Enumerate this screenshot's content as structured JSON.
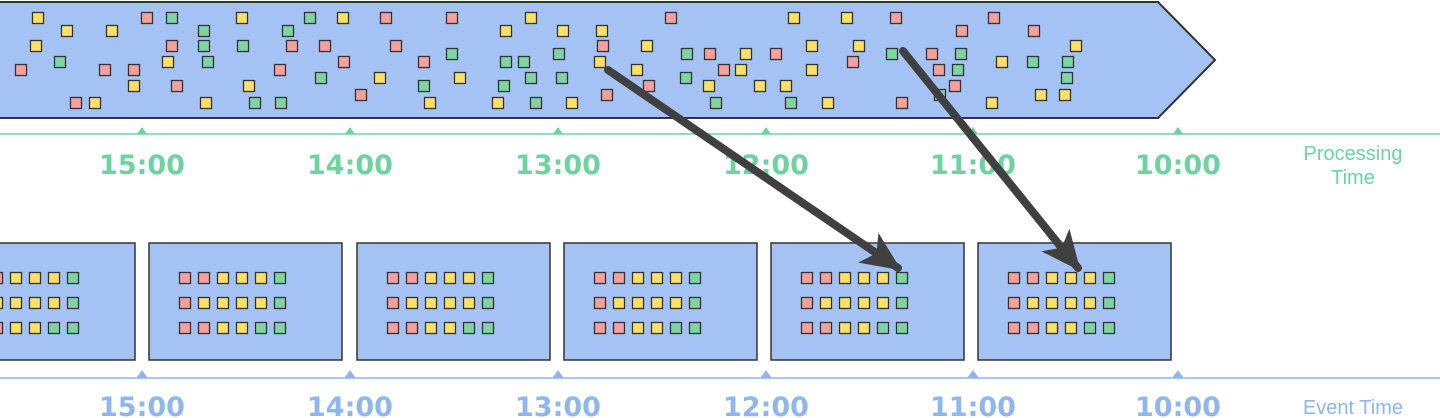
{
  "processing_axis": {
    "title_line1": "Processing",
    "title_line2": "Time",
    "ticks": [
      "15:00",
      "14:00",
      "13:00",
      "12:00",
      "11:00",
      "10:00"
    ]
  },
  "event_axis": {
    "title": "Event Time",
    "ticks": [
      "15:00",
      "14:00",
      "13:00",
      "12:00",
      "11:00",
      "10:00"
    ]
  },
  "windows": {
    "count": 6,
    "grid_rows": [
      [
        "red",
        "red",
        "yellow",
        "yellow",
        "yellow",
        "green"
      ],
      [
        "red",
        "yellow",
        "yellow",
        "yellow",
        "yellow",
        "green"
      ],
      [
        "red",
        "red",
        "yellow",
        "yellow",
        "green",
        "green"
      ]
    ]
  },
  "colors": {
    "stream_fill": "#a4c2f4",
    "window_fill": "#a4c2f4",
    "outline": "#333333",
    "processing_axis": "#6dd4a0",
    "event_axis": "#8fb6ee",
    "arrow": "#404040",
    "item_red": "#f4a09c",
    "item_yellow": "#fde066",
    "item_green": "#7fd4a6"
  }
}
